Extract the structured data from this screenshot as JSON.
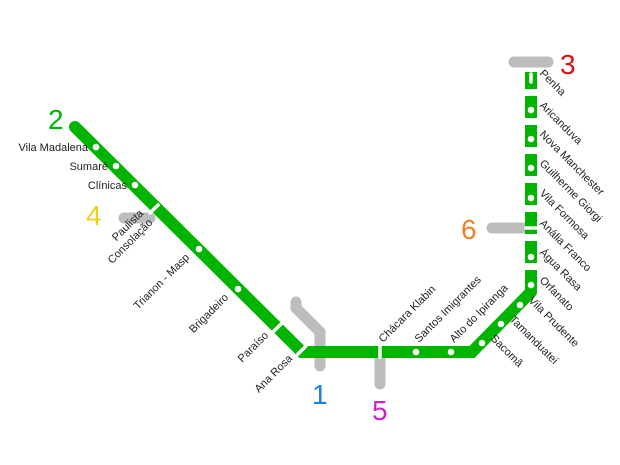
{
  "colors": {
    "line2": "#00b400",
    "transfer": "#bdbdbd",
    "line1": "#1e7fe0",
    "line3": "#e01010",
    "line4": "#f5cc1a",
    "line5": "#d020c8",
    "line6": "#f08020"
  },
  "line_numbers": {
    "l2": "2",
    "l1": "1",
    "l3": "3",
    "l4": "4",
    "l5": "5",
    "l6": "6"
  },
  "stations": [
    "Vila Madalena",
    "Sumaré",
    "Clínicas",
    "Paulista\nConsolação",
    "Trianon - Masp",
    "Brigadeiro",
    "Paraíso",
    "Ana Rosa",
    "Chácara Klabin",
    "Santos Imigrantes",
    "Alto do Ipiranga",
    "Sacomã",
    "Tamanduateí",
    "Vila Prudente",
    "Orfanato",
    "Água Rasa",
    "Anália Franco",
    "Vila Formosa",
    "Guilherme Giorgi",
    "Nova Manchester",
    "Aricanduva",
    "Penha"
  ]
}
